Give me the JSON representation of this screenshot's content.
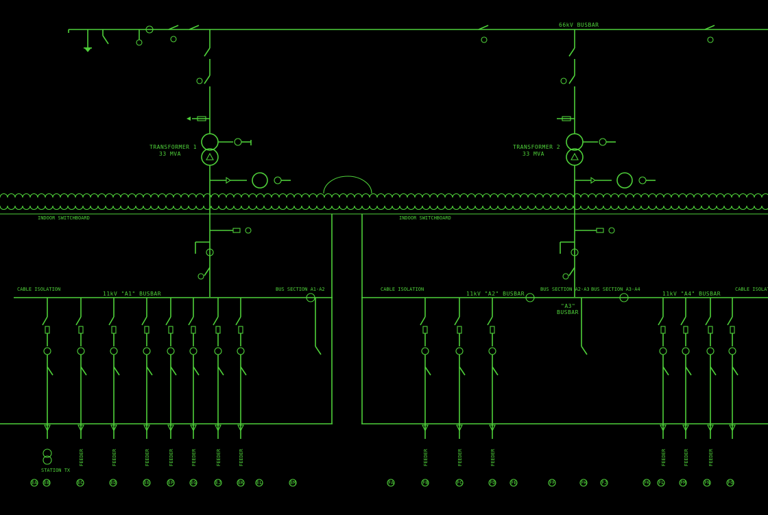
{
  "colors": {
    "line": "#4fd13a",
    "background": "#000000"
  },
  "busbars": {
    "hv": "66kV BUSBAR",
    "a1": "11kV \"A1\" BUSBAR",
    "a2": "11kV \"A2\" BUSBAR",
    "a3_line1": "\"A3\"",
    "a3_line2": "BUSBAR",
    "a4": "11kV \"A4\" BUSBAR"
  },
  "transformers": [
    {
      "name": "TRANSFORMER 1",
      "rating": "33 MVA"
    },
    {
      "name": "TRANSFORMER 2",
      "rating": "33 MVA"
    }
  ],
  "switchboards": {
    "left": "INDOOR SWITCHBOARD",
    "right": "INDOOR SWITCHBOARD"
  },
  "cable_isolation": "CABLE ISOLATION",
  "bus_sections": [
    "BUS SECTION A1-A2",
    "BUS SECTION A2-A3",
    "BUS SECTION A3-A4"
  ],
  "station_transformer": "STATION TX",
  "feeder_label": "FEEDER",
  "bottom_tags": [
    "EA",
    "EB",
    "EC",
    "ED",
    "EE",
    "EF",
    "EG",
    "EJ",
    "EK",
    "EL",
    "EM",
    "FA",
    "FB",
    "FC",
    "FD",
    "FE",
    "FF",
    "FH",
    "FJ",
    "FK",
    "FL",
    "FM",
    "FN",
    "FO"
  ]
}
